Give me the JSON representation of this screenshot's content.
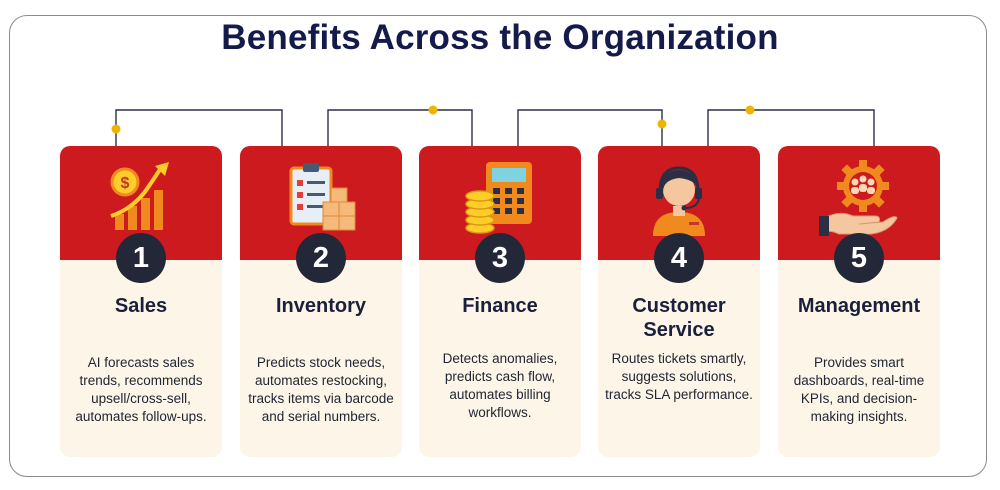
{
  "title": "Benefits Across the Organization",
  "colors": {
    "header_red": "#cc1a1e",
    "card_body": "#fdf6e8",
    "badge": "#232838",
    "title_navy": "#141a4a",
    "connector_dot": "#f0b400"
  },
  "cards": [
    {
      "number": "1",
      "title": "Sales",
      "description": "AI forecasts sales trends, recommends upsell/cross-sell, automates follow-ups.",
      "icon": "sales-growth-icon"
    },
    {
      "number": "2",
      "title": "Inventory",
      "description": "Predicts stock needs, automates restocking, tracks items via barcode and serial numbers.",
      "icon": "inventory-checklist-icon"
    },
    {
      "number": "3",
      "title": "Finance",
      "description": "Detects anomalies, predicts cash flow, automates billing workflows.",
      "icon": "calculator-coins-icon"
    },
    {
      "number": "4",
      "title": "Customer Service",
      "description": "Routes tickets smartly, suggests solutions, tracks SLA performance.",
      "icon": "support-agent-icon"
    },
    {
      "number": "5",
      "title": "Management",
      "description": "Provides smart dashboards, real-time KPIs, and decision-making insights.",
      "icon": "team-management-icon"
    }
  ]
}
